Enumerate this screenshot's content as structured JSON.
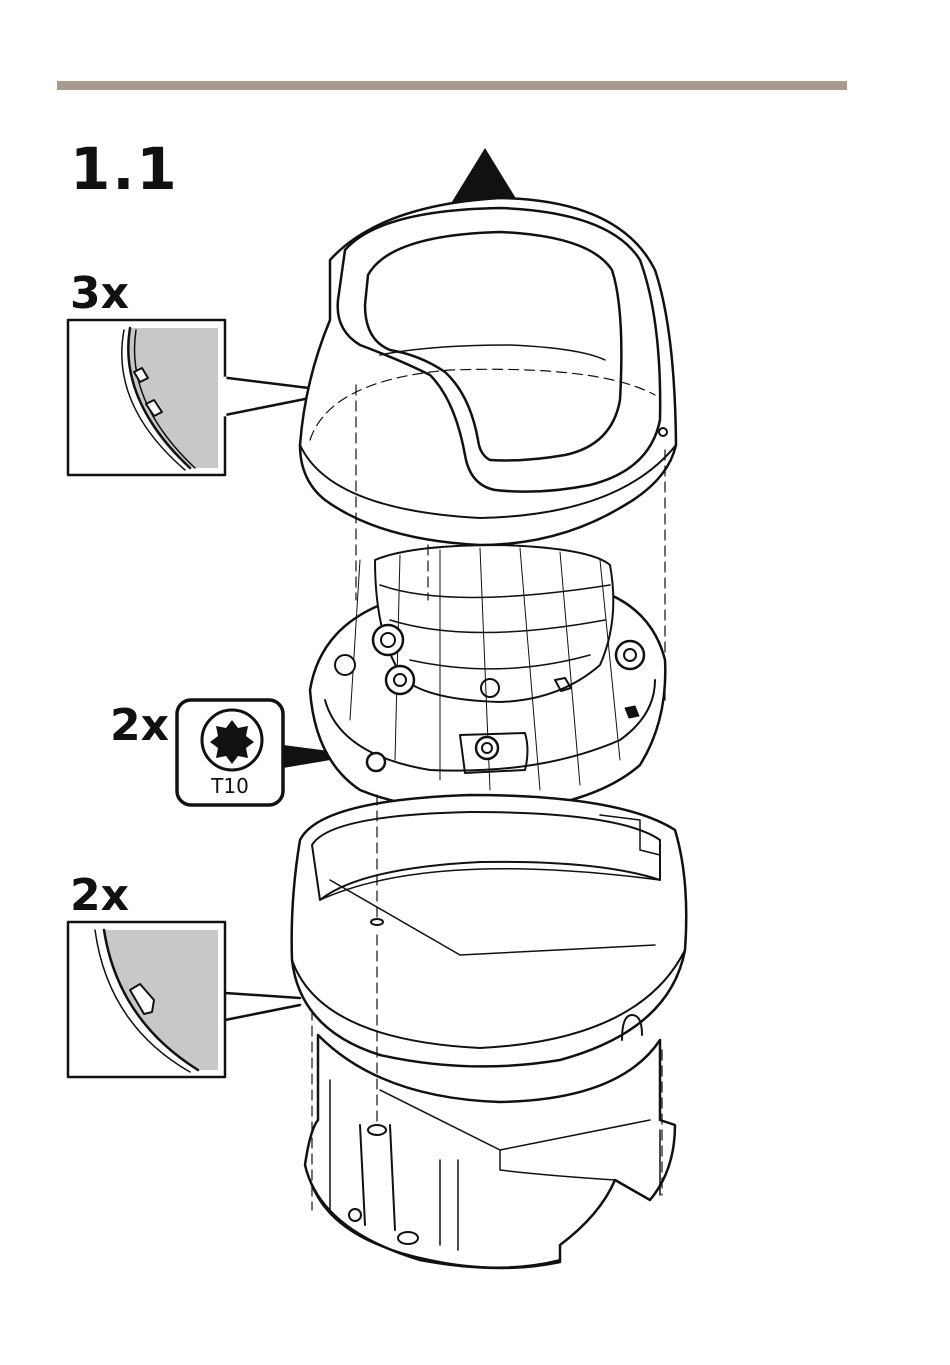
{
  "step": {
    "number": "1.1"
  },
  "callouts": [
    {
      "count": "3x"
    },
    {
      "count": "2x",
      "tool": "T10"
    },
    {
      "count": "2x"
    }
  ],
  "colors": {
    "rule": "#a79a8e",
    "line": "#111111",
    "detail_fill": "#c8c8c8",
    "arrow": "#111111"
  },
  "icons": [
    "up-arrow-icon",
    "torx-bit-icon"
  ]
}
